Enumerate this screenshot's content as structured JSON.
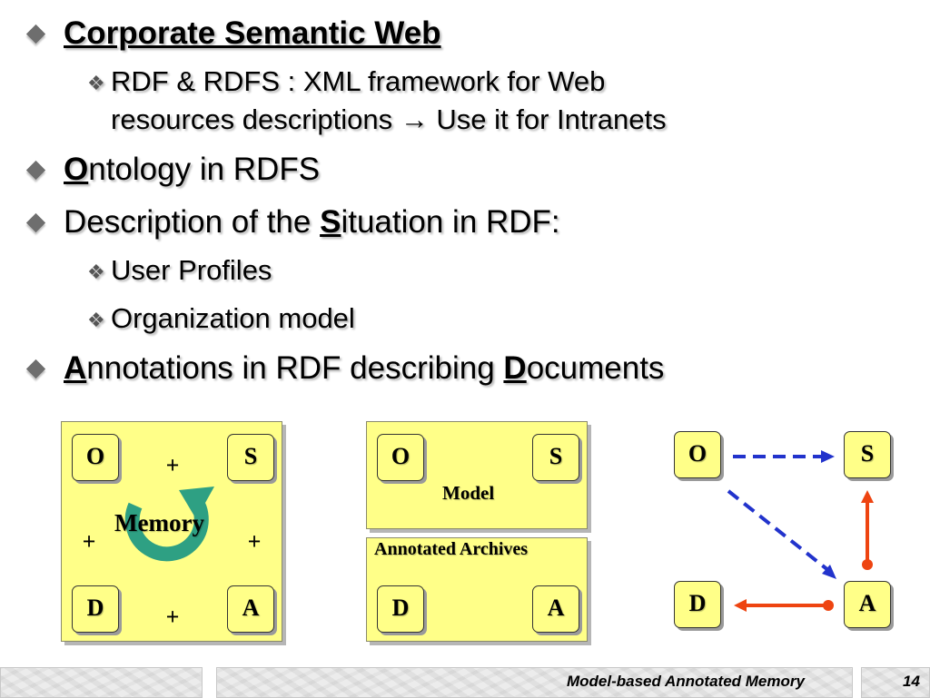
{
  "bullets": {
    "b1": {
      "text": "Corporate Semantic Web"
    },
    "b1_sub1": {
      "line1": "RDF & RDFS : XML framework for Web",
      "line2_pre": "resources descriptions ",
      "arrow": "→",
      "line2_post": " Use it for Intranets"
    },
    "b2": {
      "initial": "O",
      "rest": "ntology in RDFS"
    },
    "b3": {
      "pre": "Description of the ",
      "initial": "S",
      "rest": "ituation in RDF:"
    },
    "b3_sub1": "User Profiles",
    "b3_sub2": "Organization model",
    "b4": {
      "initial1": "A",
      "middle": "nnotations in RDF describing ",
      "initial2": "D",
      "rest": "ocuments"
    }
  },
  "diagram_left": {
    "boxes": {
      "o": "O",
      "s": "S",
      "d": "D",
      "a": "A"
    },
    "plus": "+",
    "center_label": "Memory",
    "cycle_color": "#2ea083"
  },
  "diagram_middle": {
    "model_boxes": {
      "o": "O",
      "s": "S"
    },
    "model_label": "Model",
    "archives_label": "Annotated Archives",
    "archive_boxes": {
      "d": "D",
      "a": "A"
    }
  },
  "diagram_right": {
    "boxes": {
      "o": "O",
      "s": "S",
      "d": "D",
      "a": "A"
    },
    "dashed_color": "#2233cc",
    "solid_color": "#ee4411"
  },
  "footer": {
    "title": "Model-based Annotated Memory",
    "page_number": "14"
  }
}
